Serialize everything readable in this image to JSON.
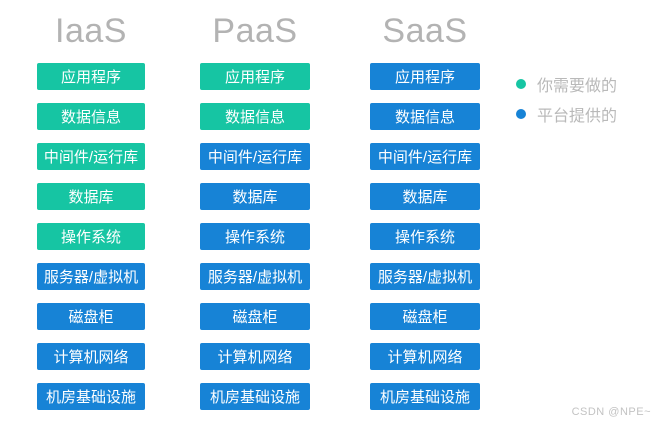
{
  "layers": [
    "应用程序",
    "数据信息",
    "中间件/运行库",
    "数据库",
    "操作系统",
    "服务器/虚拟机",
    "磁盘柜",
    "计算机网络",
    "机房基础设施"
  ],
  "columns": [
    {
      "title": "IaaS",
      "owners": [
        "user",
        "user",
        "user",
        "user",
        "user",
        "platform",
        "platform",
        "platform",
        "platform"
      ]
    },
    {
      "title": "PaaS",
      "owners": [
        "user",
        "user",
        "platform",
        "platform",
        "platform",
        "platform",
        "platform",
        "platform",
        "platform"
      ]
    },
    {
      "title": "SaaS",
      "owners": [
        "platform",
        "platform",
        "platform",
        "platform",
        "platform",
        "platform",
        "platform",
        "platform",
        "platform"
      ]
    }
  ],
  "colors": {
    "user": "#16c5a3",
    "platform": "#1783d6"
  },
  "legend": [
    {
      "label": "你需要做的",
      "owner": "user"
    },
    {
      "label": "平台提供的",
      "owner": "platform"
    }
  ],
  "watermark": "CSDN @NPE~"
}
